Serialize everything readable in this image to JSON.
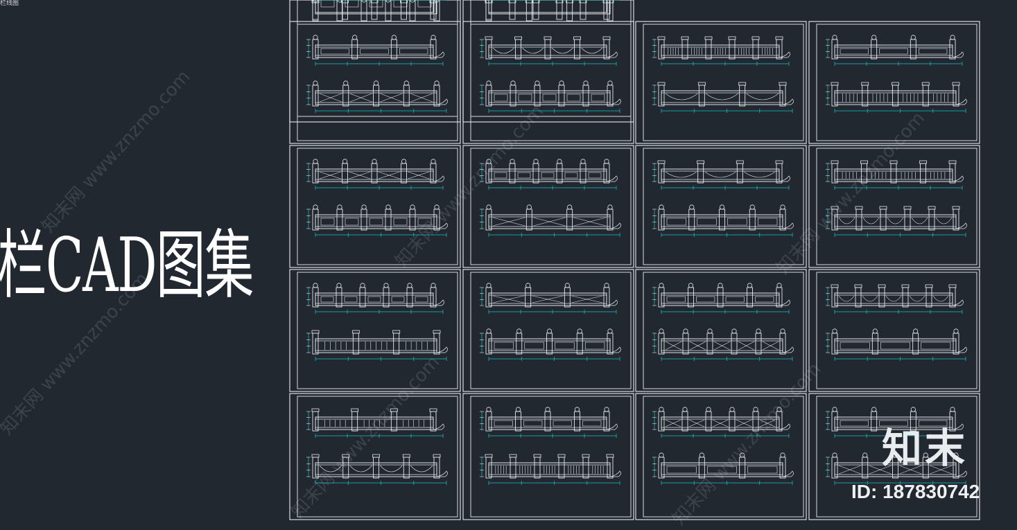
{
  "document": {
    "corner_label": "栏线图",
    "title": "栏CAD图集",
    "brand": "知末",
    "id_text": "ID: 187830742",
    "watermark": "知末网 www.znzmo.com"
  },
  "colors": {
    "background": "#212830",
    "sheet_border": "#d9dde2",
    "drawing_line": "#e6e9ec",
    "dimension_line": "#19c2c8"
  },
  "sheet_count": 18
}
